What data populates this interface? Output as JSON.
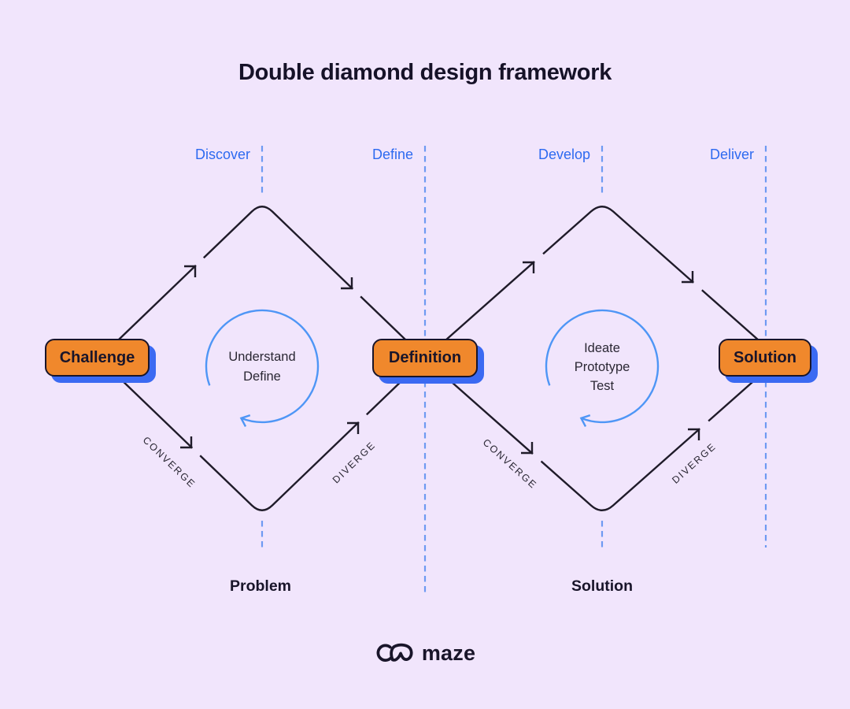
{
  "title": "Double diamond design framework",
  "phases": [
    {
      "label": "Discover"
    },
    {
      "label": "Define"
    },
    {
      "label": "Develop"
    },
    {
      "label": "Deliver"
    }
  ],
  "nodes": [
    {
      "label": "Challenge"
    },
    {
      "label": "Definition"
    },
    {
      "label": "Solution"
    }
  ],
  "loops": {
    "left": [
      "Understand",
      "Define"
    ],
    "right": [
      "Ideate",
      "Prototype",
      "Test"
    ]
  },
  "edge_labels": {
    "converge": "CONVERGE",
    "diverge": "DIVERGE"
  },
  "sections": [
    {
      "label": "Problem"
    },
    {
      "label": "Solution"
    }
  ],
  "brand": {
    "name": "maze"
  },
  "colors": {
    "background": "#F1E5FC",
    "ink": "#1F1B29",
    "node_orange": "#F0882C",
    "node_shadow_blue": "#3B6AF2",
    "phase_blue": "#2D6AF0",
    "dash_blue": "#6E9AF2",
    "loop_blue": "#4E96F6"
  }
}
